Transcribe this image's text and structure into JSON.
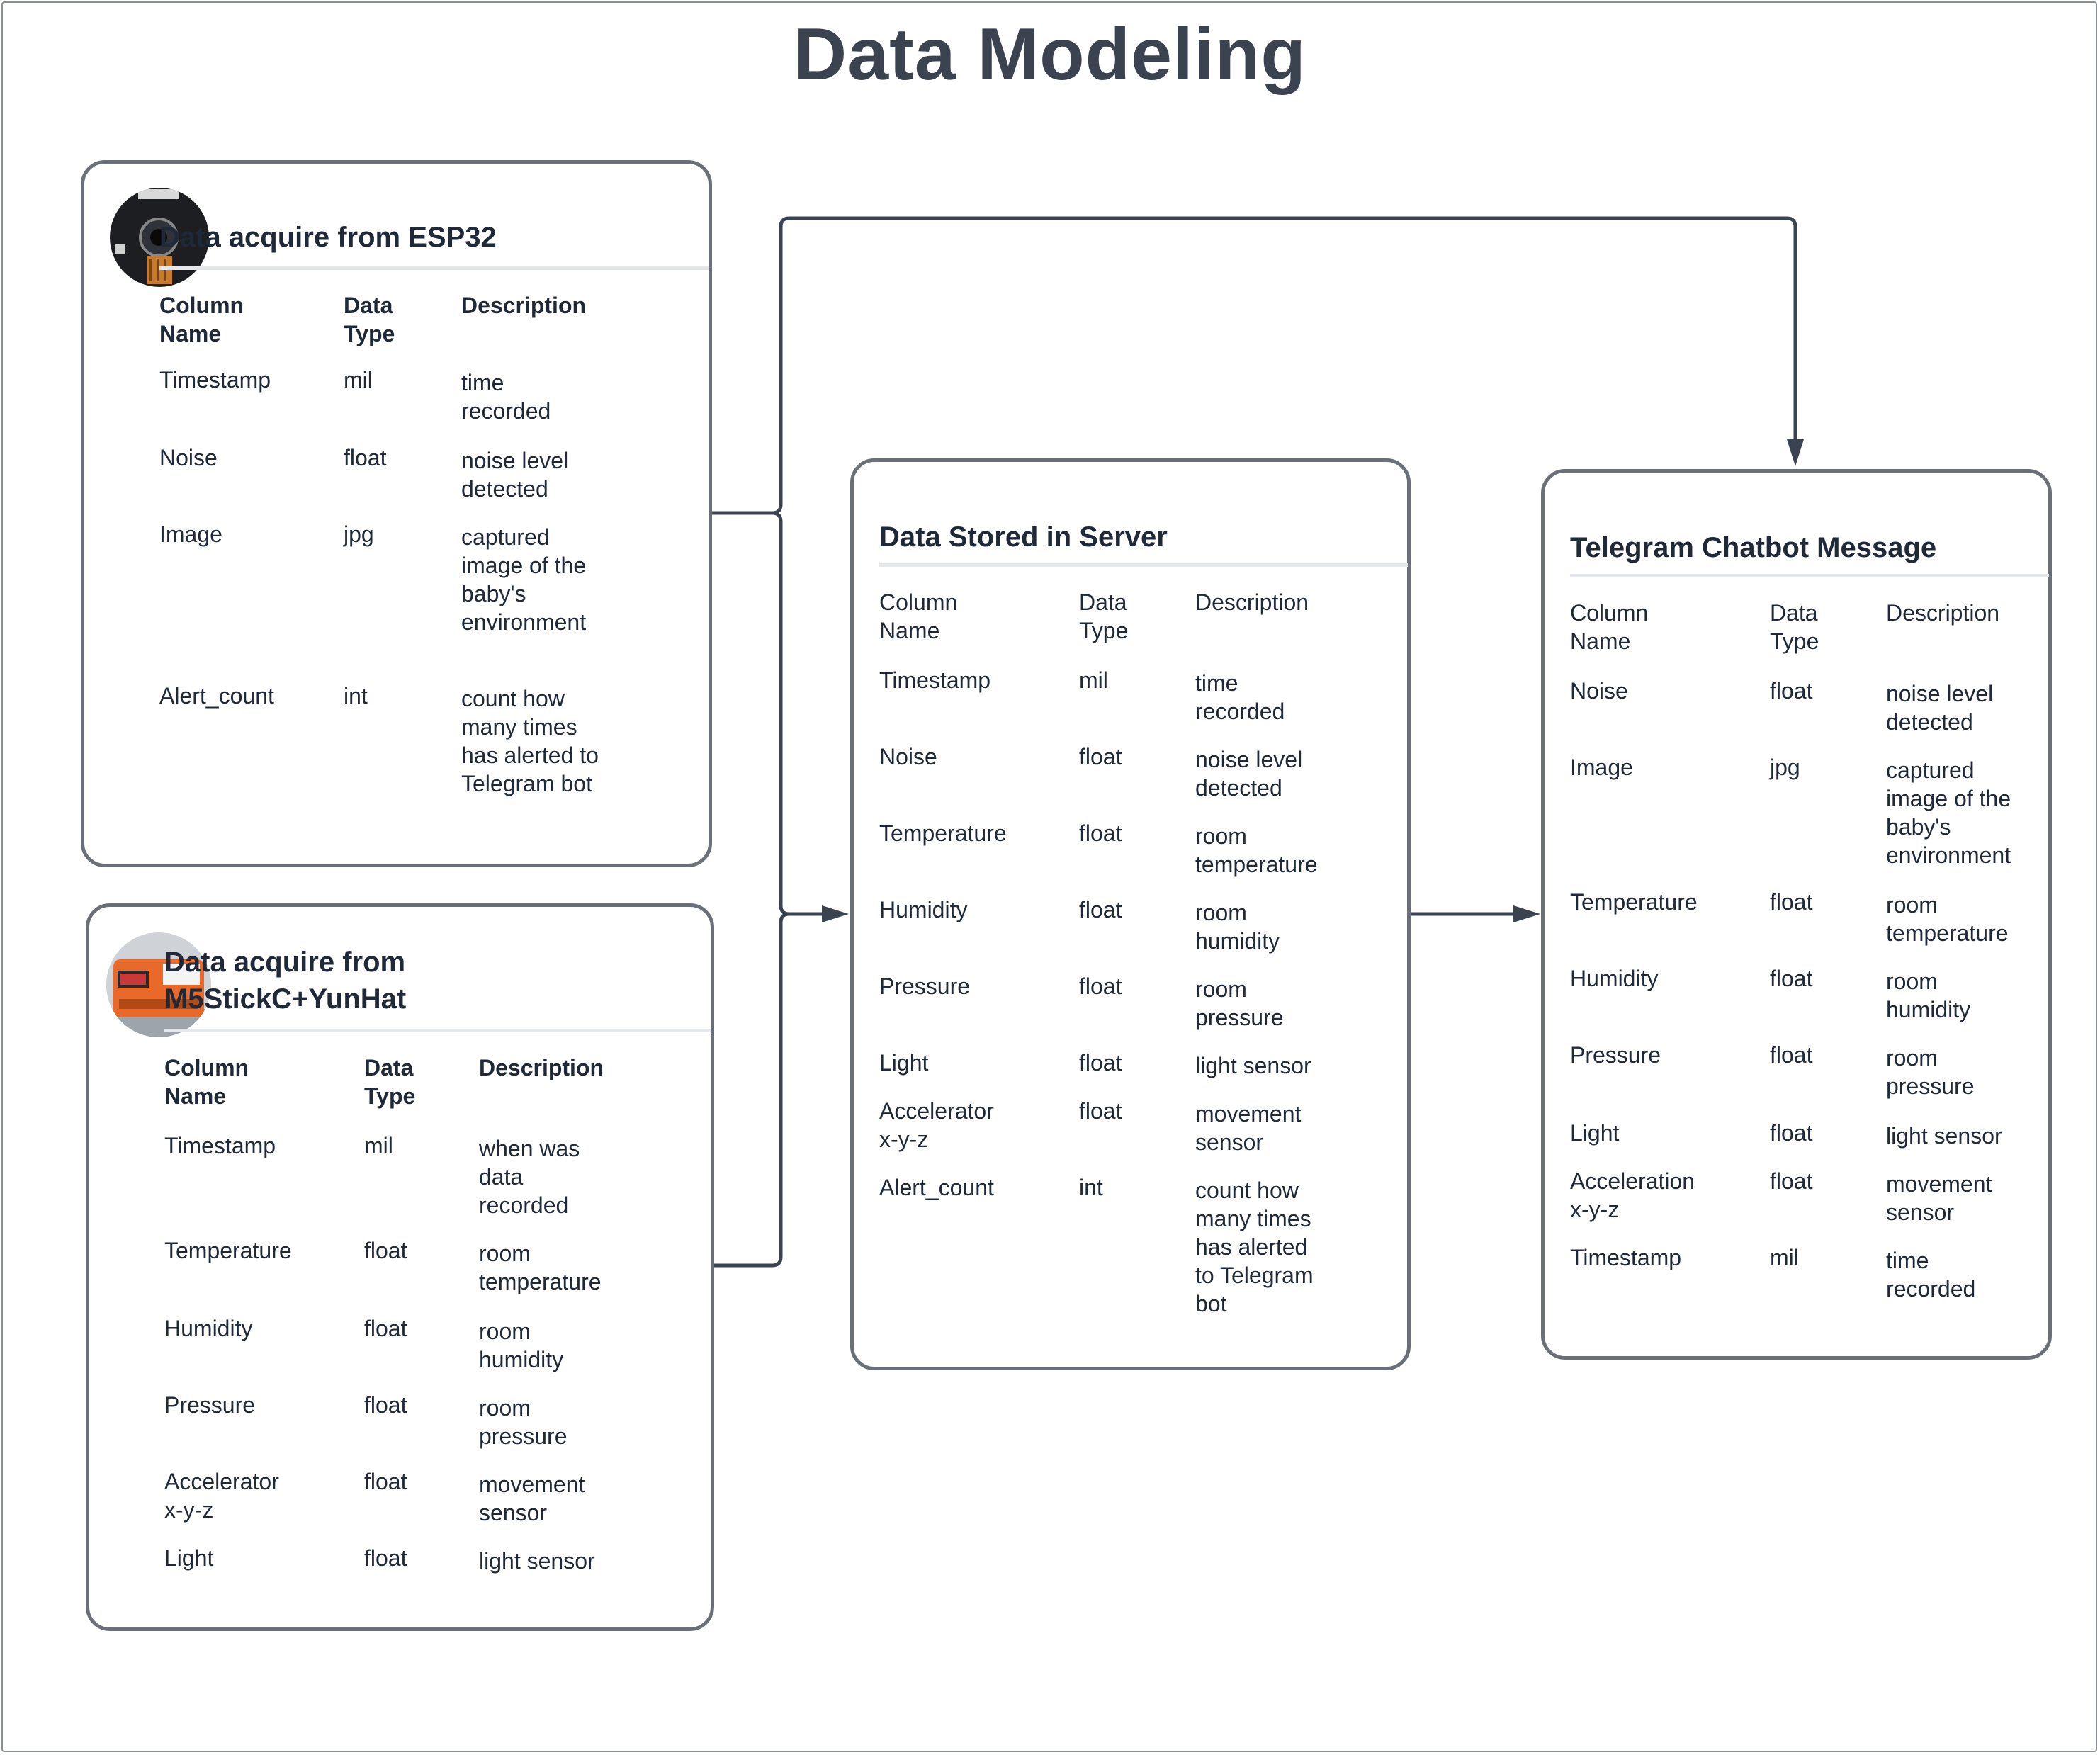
{
  "title": "Data Modeling",
  "colors": {
    "border": "#6b7078",
    "connector": "#3b4350",
    "text": "#1f2937"
  },
  "headers": {
    "column_name": "Column\nName",
    "data_type": "Data\nType",
    "description": "Description"
  },
  "cards": {
    "esp32": {
      "title": "Data acquire from ESP32",
      "rows": [
        {
          "name": "Timestamp",
          "type": "mil",
          "desc": "time\nrecorded"
        },
        {
          "name": "Noise",
          "type": "float",
          "desc": "noise level\ndetected"
        },
        {
          "name": "Image",
          "type": "jpg",
          "desc": "captured\nimage of the\nbaby's\nenvironment"
        },
        {
          "name": "Alert_count",
          "type": "int",
          "desc": "count how\nmany times\nhas alerted to\nTelegram bot"
        }
      ]
    },
    "m5": {
      "title": "Data acquire from\nM5StickC+YunHat",
      "rows": [
        {
          "name": "Timestamp",
          "type": "mil",
          "desc": "when was\ndata\nrecorded"
        },
        {
          "name": "Temperature",
          "type": "float",
          "desc": "room\ntemperature"
        },
        {
          "name": "Humidity",
          "type": "float",
          "desc": "room\nhumidity"
        },
        {
          "name": "Pressure",
          "type": "float",
          "desc": "room\npressure"
        },
        {
          "name": "Accelerator\nx-y-z",
          "type": "float",
          "desc": "movement\nsensor"
        },
        {
          "name": "Light",
          "type": "float",
          "desc": "light sensor"
        }
      ]
    },
    "server": {
      "title": "Data Stored in Server",
      "rows": [
        {
          "name": "Timestamp",
          "type": "mil",
          "desc": "time\nrecorded"
        },
        {
          "name": "Noise",
          "type": "float",
          "desc": "noise level\ndetected"
        },
        {
          "name": "Temperature",
          "type": "float",
          "desc": "room\ntemperature"
        },
        {
          "name": "Humidity",
          "type": "float",
          "desc": "room\nhumidity"
        },
        {
          "name": "Pressure",
          "type": "float",
          "desc": "room\npressure"
        },
        {
          "name": "Light",
          "type": "float",
          "desc": "light  sensor"
        },
        {
          "name": "Accelerator\nx-y-z",
          "type": "float",
          "desc": "movement\nsensor"
        },
        {
          "name": "Alert_count",
          "type": "int",
          "desc": "count how\nmany times\nhas alerted\nto Telegram\nbot"
        }
      ]
    },
    "telegram": {
      "title": "Telegram Chatbot Message",
      "rows": [
        {
          "name": "Noise",
          "type": "float",
          "desc": "noise level\ndetected"
        },
        {
          "name": "Image",
          "type": "jpg",
          "desc": "captured\nimage of the\nbaby's\nenvironment"
        },
        {
          "name": "Temperature",
          "type": "float",
          "desc": "room\ntemperature"
        },
        {
          "name": "Humidity",
          "type": "float",
          "desc": "room\nhumidity"
        },
        {
          "name": "Pressure",
          "type": "float",
          "desc": "room\npressure"
        },
        {
          "name": "Light",
          "type": "float",
          "desc": "light  sensor"
        },
        {
          "name": "Acceleration\nx-y-z",
          "type": "float",
          "desc": "movement\nsensor"
        },
        {
          "name": "Timestamp",
          "type": "mil",
          "desc": "time\nrecorded"
        }
      ]
    }
  }
}
